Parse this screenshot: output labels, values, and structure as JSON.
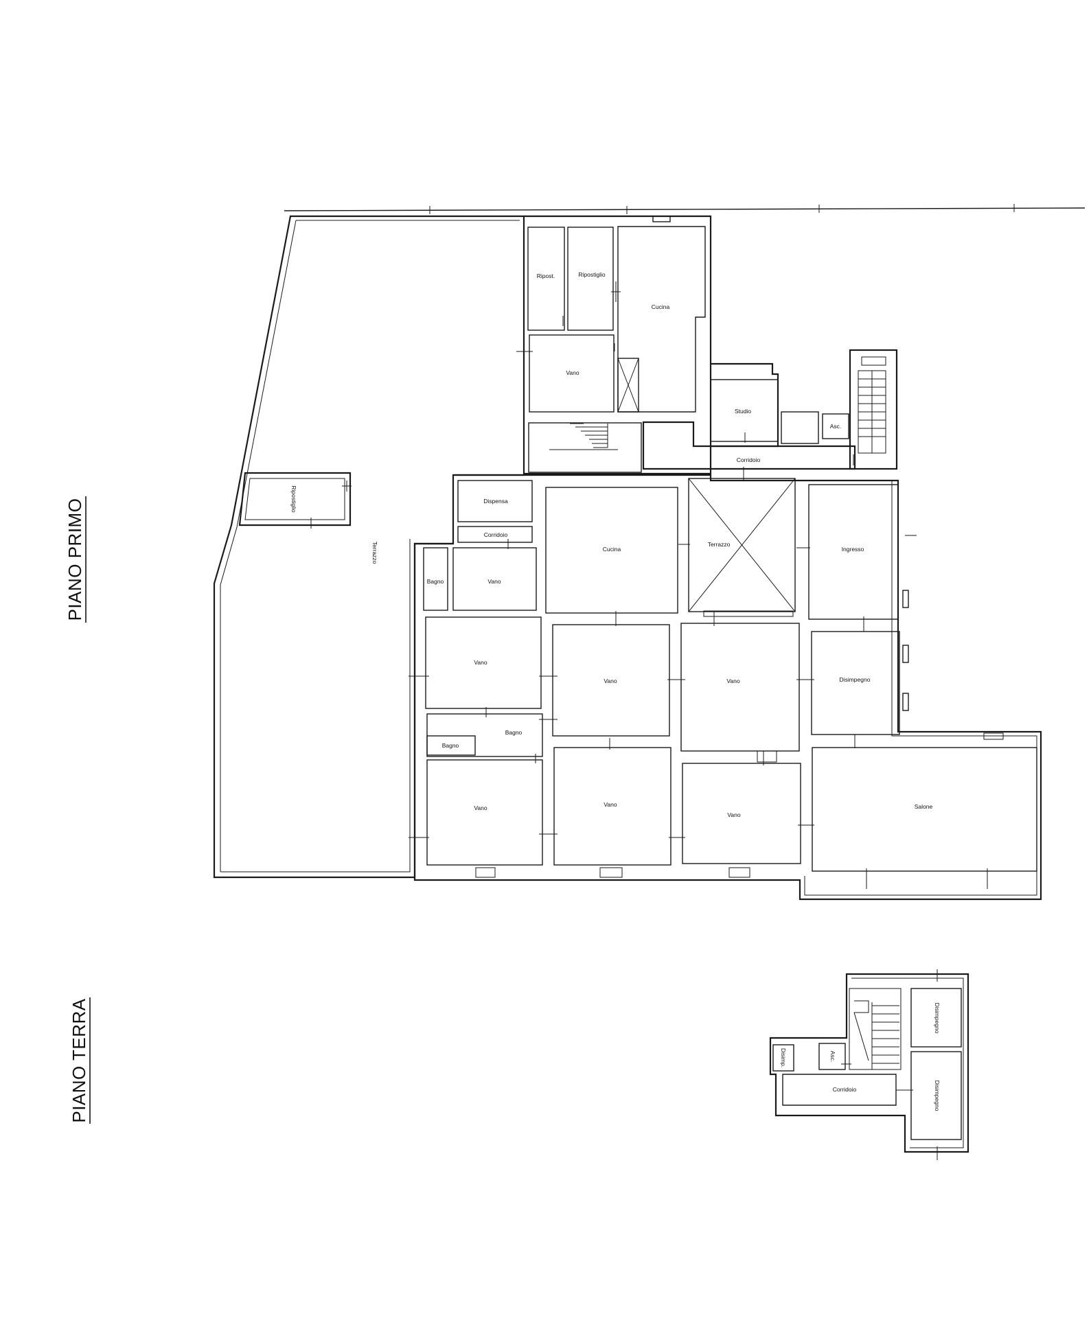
{
  "floors": {
    "primo": {
      "title": "PIANO PRIMO",
      "rooms": {
        "ripost": "Ripost.",
        "ripostiglio_top": "Ripostiglio",
        "cucina_top": "Cucina",
        "vano_top": "Vano",
        "studio": "Studio",
        "asc": "Asc.",
        "corridoio_top": "Corridoio",
        "ripostiglio_side": "Ripostiglio",
        "terrazzo_side": "Terrazzo",
        "dispensa": "Dispensa",
        "corridoio_small": "Corridoio",
        "cucina_mid": "Cucina",
        "terrazzo_mid": "Terrazzo",
        "ingresso": "Ingresso",
        "bagno_a": "Bagno",
        "vano_a": "Vano",
        "vano_b": "Vano",
        "vano_c": "Vano",
        "vano_d": "Vano",
        "disimpegno": "Disimpegno",
        "bagno_b": "Bagno",
        "bagno_c": "Bagno",
        "vano_e": "Vano",
        "vano_f": "Vano",
        "vano_g": "Vano",
        "salone": "Salone"
      }
    },
    "terra": {
      "title": "PIANO TERRA",
      "rooms": {
        "disimpegno_a": "Disimpegno",
        "disimpegno_b": "Disimpegno",
        "disimp": "Disimp.",
        "asc": "Asc.",
        "corridoio": "Corridoio"
      }
    }
  }
}
